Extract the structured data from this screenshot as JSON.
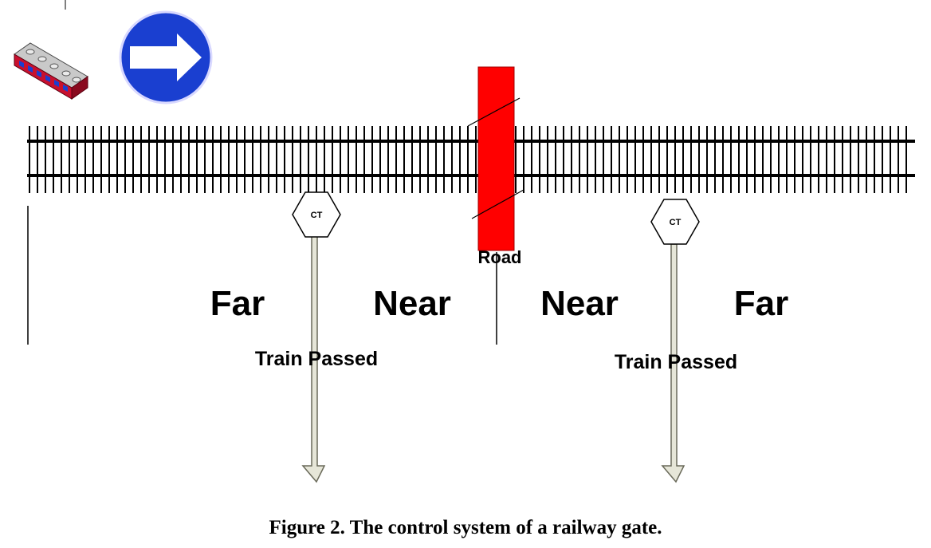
{
  "diagram": {
    "road_label": "Road",
    "zones": {
      "left_far": "Far",
      "left_near": "Near",
      "right_near": "Near",
      "right_far": "Far"
    },
    "sensors": {
      "left": {
        "label": "CT",
        "passed_text": "Train Passed"
      },
      "right": {
        "label": "CT",
        "passed_text": "Train Passed"
      }
    },
    "colors": {
      "gate": "#ff0000",
      "sign": "#1a3fd0",
      "train_body": "#c8102e",
      "train_windows": "#1a3fd0",
      "sensor_arrow": "#e6e6d8"
    },
    "icons": [
      "train-icon",
      "direction-arrow-sign-icon"
    ]
  },
  "caption": "Figure 2. The control system of a railway gate."
}
